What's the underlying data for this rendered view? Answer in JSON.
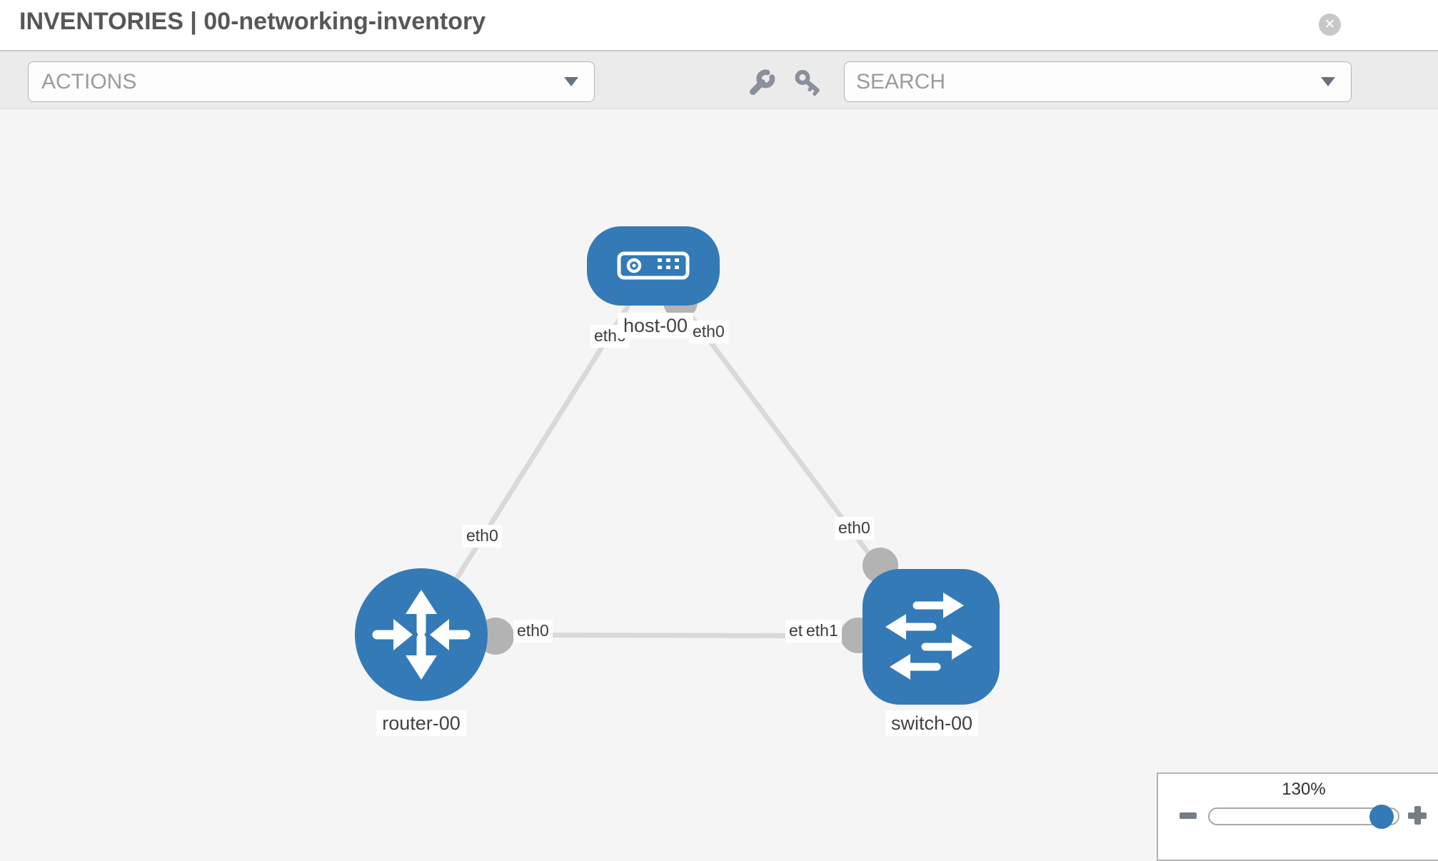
{
  "header": {
    "title": "INVENTORIES | 00-networking-inventory",
    "close_icon_glyph": "✕"
  },
  "toolbar": {
    "actions_placeholder": "ACTIONS",
    "search_placeholder": "SEARCH"
  },
  "icons": {
    "close": "close-icon",
    "wrench": "wrench-icon",
    "key": "key-icon",
    "dropdown_chevron": "chevron-down-icon",
    "zoom_out": "minus-icon",
    "zoom_in": "plus-icon"
  },
  "topology": {
    "nodes": [
      {
        "label": "host-00",
        "type": "host"
      },
      {
        "label": "router-00",
        "type": "router"
      },
      {
        "label": "switch-00",
        "type": "switch"
      }
    ],
    "links": [
      {
        "source": "host-00",
        "target": "router-00",
        "source_interface": "eth0",
        "target_interface": "eth0"
      },
      {
        "source": "host-00",
        "target": "switch-00",
        "source_interface": "eth0",
        "target_interface": "eth0"
      },
      {
        "source": "router-00",
        "target": "switch-00",
        "source_interface": "eth0",
        "overlapping_target_interfaces": [
          "eth0",
          "eth1"
        ]
      }
    ]
  },
  "zoom": {
    "level": "130%"
  },
  "colors": {
    "node_fill": "#337ab7",
    "link": "#d9d9d9",
    "connector": "#b3b3b3",
    "slider_thumb": "#337ab7",
    "toolbar_bg": "#ebebeb",
    "canvas_bg": "#f5f5f5"
  }
}
